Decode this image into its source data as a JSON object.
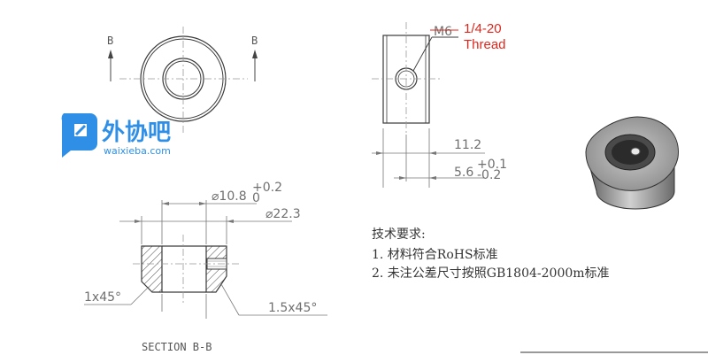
{
  "section_labels": {
    "b_left": "B",
    "b_right": "B",
    "section_title": "SECTION B-B"
  },
  "thread": {
    "struck": "M6",
    "callout_line1": "1/4-20",
    "callout_line2": "Thread"
  },
  "dimensions": {
    "length": "11.2",
    "hole_pos": "5.6",
    "hole_pos_tol_plus": "+0.1",
    "hole_pos_tol_minus": "-0.2",
    "inner_dia": "⌀10.8",
    "inner_dia_tol": "+0.2",
    "inner_dia_tol2": "0",
    "outer_dia": "⌀22.3",
    "chamfer_left": "1x45°",
    "chamfer_right": "1.5x45°"
  },
  "logo": {
    "name": "外协吧",
    "url": "waixieba.com"
  },
  "notes": {
    "title": "技术要求:",
    "items": [
      "1.  材料符合RoHS标准",
      "2.  未注公差尺寸按照GB1804-2000m标准"
    ]
  },
  "colors": {
    "line": "#3a3a3a",
    "dim": "#6f6f6f",
    "red": "#e0261c",
    "logo": "#2f8fe6"
  }
}
